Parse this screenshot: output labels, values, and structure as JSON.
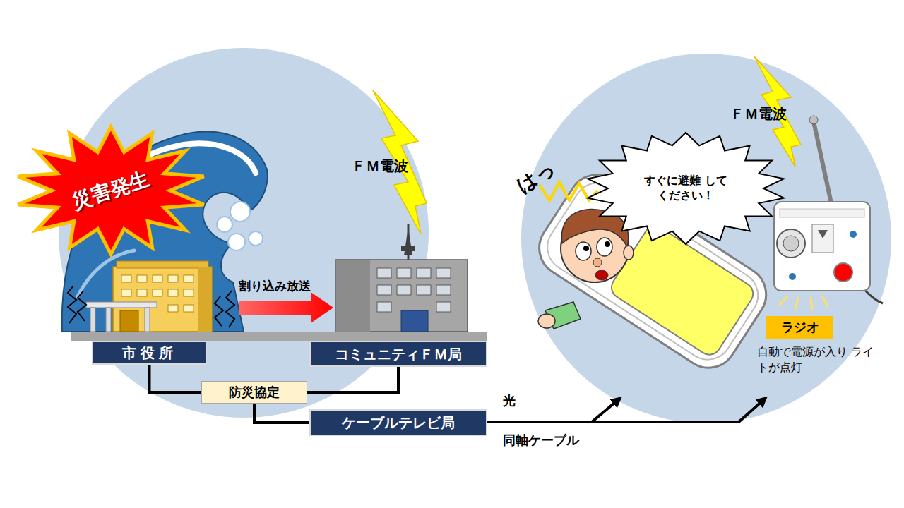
{
  "diagram": {
    "nodes": [
      {
        "text": [
          "災害発生"
        ]
      },
      {
        "text": [
          "市役所"
        ]
      },
      {
        "text": [
          "コミュニティＦＭ局"
        ]
      },
      {
        "text": [
          "防災協定"
        ]
      },
      {
        "text": [
          "ケーブルテレビ局"
        ]
      },
      {
        "text": [
          "すぐに避難 してください！"
        ]
      },
      {
        "text": [
          "ラジオ"
        ]
      }
    ],
    "edges": [
      {
        "from": 1,
        "to": 3,
        "arrow": "none"
      },
      {
        "from": 3,
        "to": 2,
        "arrow": "none"
      },
      {
        "from": 3,
        "to": 4,
        "arrow": "none"
      }
    ],
    "labels": [
      "ＦＭ電波",
      "割り込み放送",
      "ＦＭ電波",
      "はっ",
      "光",
      "同軸ケーブル",
      "自動で電源が入り ライトが点灯"
    ]
  }
}
